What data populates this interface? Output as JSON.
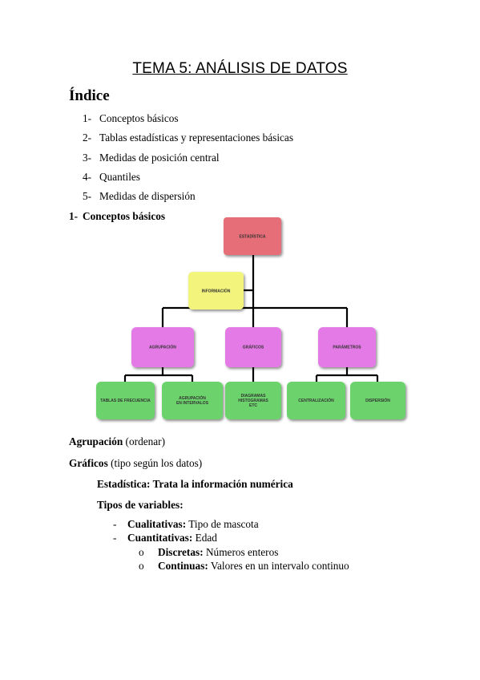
{
  "title": "TEMA 5: ANÁLISIS DE DATOS",
  "indice": {
    "heading": "Índice",
    "items": [
      {
        "num": "1-",
        "label": "Conceptos básicos"
      },
      {
        "num": "2-",
        "label": "Tablas estadísticas y representaciones básicas"
      },
      {
        "num": "3-",
        "label": "Medidas de posición central"
      },
      {
        "num": "4-",
        "label": "Quantiles"
      },
      {
        "num": "5-",
        "label": "Medidas de dispersión"
      }
    ]
  },
  "section1": {
    "num": "1-",
    "title": "Conceptos básicos"
  },
  "diagram": {
    "root": "ESTADÍSTICA",
    "info": "INFORMACIÓN",
    "level2": [
      "AGRUPACIÓN",
      "GRÁFICOS",
      "PARÁMETROS"
    ],
    "leaves": {
      "l1": "TABLAS DE FRECUENCIA",
      "l2a": "AGRUPACIÓN",
      "l2b": "EN INTERVALOS",
      "l3a": "DIAGRAMAS",
      "l3b": "HISTOGRAMAS",
      "l3c": "ETC",
      "l4": "CENTRALIZACIÓN",
      "l5": "DISPERSIÓN"
    },
    "colors": {
      "root": "#e56e78",
      "info": "#f2f47c",
      "level2": "#e47ae6",
      "leaf": "#6cd36c"
    }
  },
  "body": {
    "agrupacion": {
      "bold": "Agrupación",
      "rest": " (ordenar)"
    },
    "graficos": {
      "bold": "Gráficos",
      "rest": " (tipo según los datos)"
    },
    "estadistica": "Estadística: Trata la información numérica",
    "tipos": "Tipos de variables:",
    "bullets": [
      {
        "bold": "Cualitativas:",
        "rest": " Tipo de mascota"
      },
      {
        "bold": "Cuantitativas:",
        "rest": " Edad"
      }
    ],
    "subbullets": [
      {
        "bold": "Discretas:",
        "rest": " Números enteros"
      },
      {
        "bold": "Continuas:",
        "rest": " Valores en un intervalo continuo"
      }
    ],
    "dash": "-",
    "circle": "o"
  }
}
